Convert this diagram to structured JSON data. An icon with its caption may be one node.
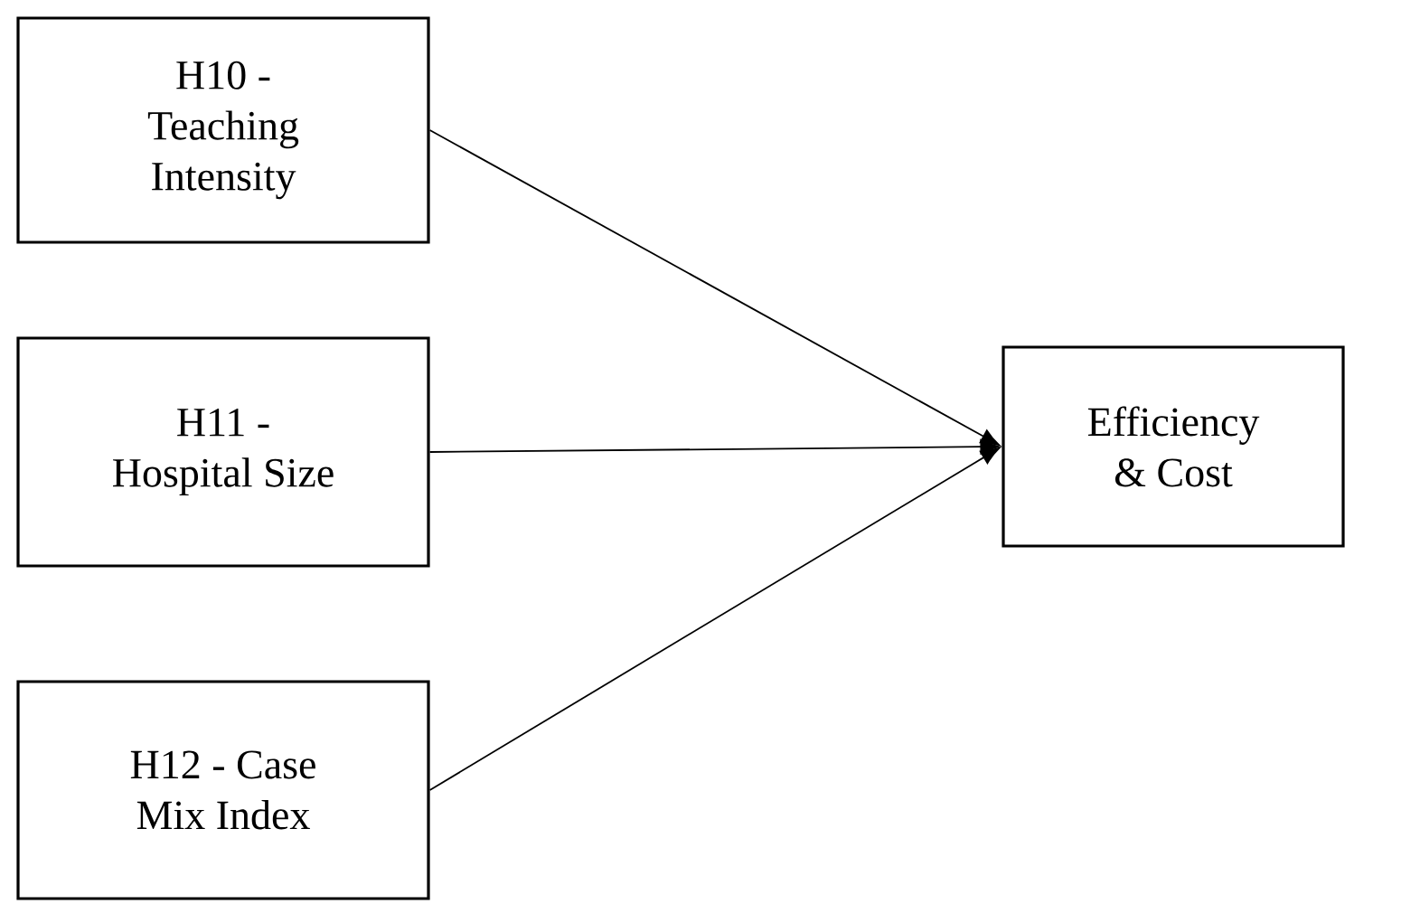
{
  "diagram": {
    "nodes": [
      {
        "text": [
          "H10 - Teaching Intensity"
        ]
      },
      {
        "text": [
          "H11 - Hospital Size"
        ]
      },
      {
        "text": [
          "H12 - Case Mix Index"
        ]
      },
      {
        "text": [
          "Efficiency & Cost"
        ]
      }
    ],
    "edges": [
      {
        "from": 0,
        "to": 3,
        "arrow": "to"
      },
      {
        "from": 1,
        "to": 3,
        "arrow": "to"
      },
      {
        "from": 2,
        "to": 3,
        "arrow": "to"
      }
    ]
  }
}
